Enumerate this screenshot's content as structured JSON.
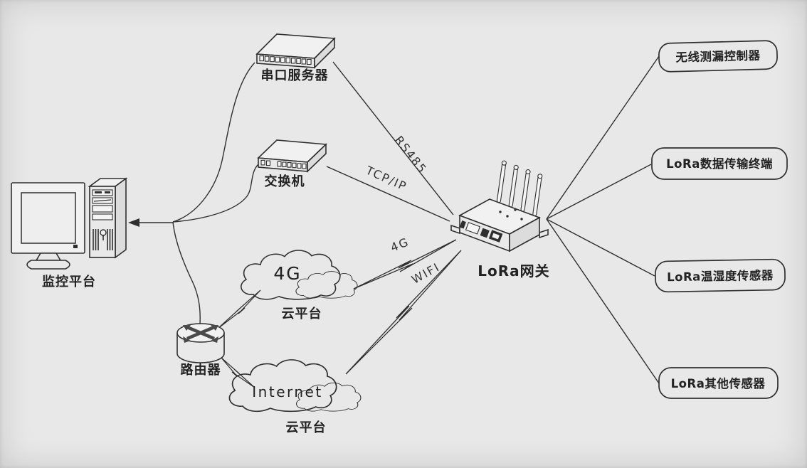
{
  "diagram": {
    "background": "#e8e8e8",
    "ink": "#2f2f2f",
    "nodes": {
      "monitoring_platform": {
        "label": "监控平台"
      },
      "serial_server": {
        "label": "串口服务器"
      },
      "switch": {
        "label": "交换机"
      },
      "router": {
        "label": "路由器"
      },
      "cloud_4g": {
        "name": "4G",
        "label": "云平台"
      },
      "cloud_internet": {
        "name": "Internet",
        "label": "云平台"
      },
      "lora_gateway": {
        "label": "LoRa网关"
      }
    },
    "endpoints": [
      {
        "label": "无线测漏控制器"
      },
      {
        "label": "LoRa数据传输终端"
      },
      {
        "label": "LoRa温湿度传感器"
      },
      {
        "label": "LoRa其他传感器"
      }
    ],
    "link_labels": {
      "rs485": "RS485",
      "tcpip": "TCP/IP",
      "cellular": "4G",
      "wifi": "WIFI"
    }
  }
}
